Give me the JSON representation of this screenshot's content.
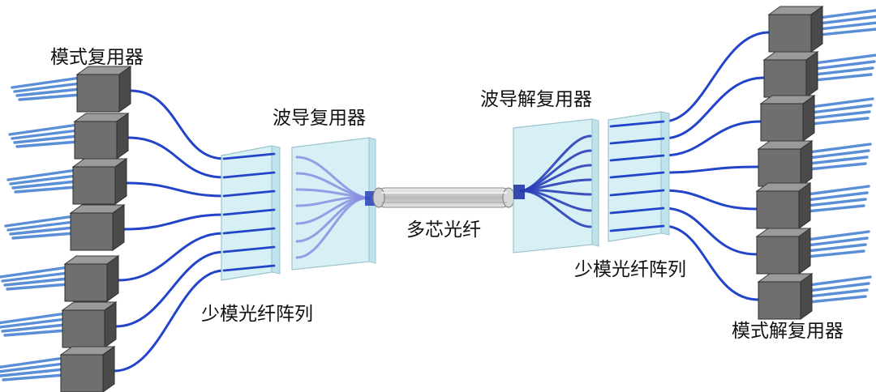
{
  "labels": {
    "mode_mux": "模式复用器",
    "waveguide_mux": "波导复用器",
    "waveguide_demux": "波导解复用器",
    "few_mode_array_left": "少模光纤阵列",
    "multicore_fiber": "多芯光纤",
    "few_mode_array_right": "少模光纤阵列",
    "mode_demux": "模式解复用器"
  },
  "colors": {
    "fiber_main": "#2244c8",
    "fiber_light": "#5a8fd8",
    "glass_fill": "#d6f0f6",
    "glass_edge": "#9cc3cc",
    "box_front": "#6f6f6f",
    "box_top": "#9a9a9a",
    "box_side": "#4a4a4a",
    "waveguide_paths": "#8a8ee0"
  },
  "components": {
    "mux_boxes": 7,
    "demux_boxes": 7,
    "fibers_per_side": 7,
    "pigtails_per_box": 4
  }
}
